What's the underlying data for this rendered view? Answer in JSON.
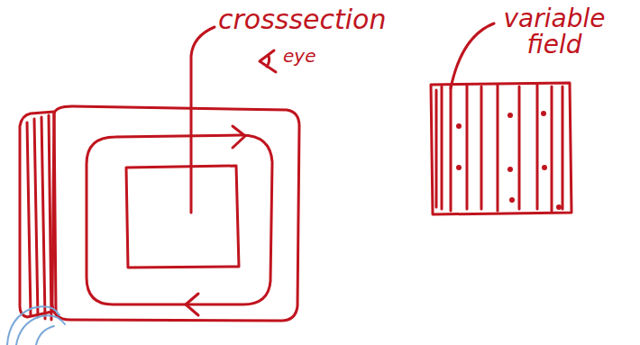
{
  "diagram": {
    "labels": [
      "crosssection",
      "eye",
      "variable field"
    ]
  }
}
